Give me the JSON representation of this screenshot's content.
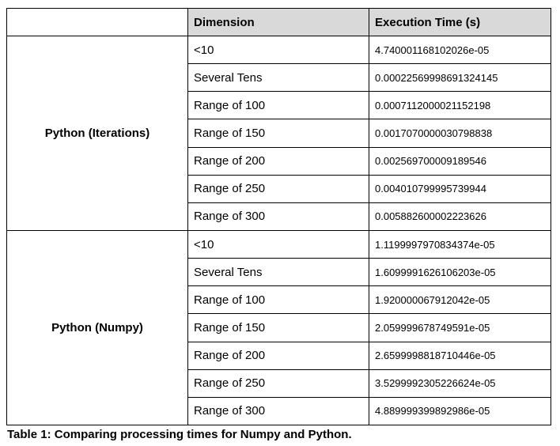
{
  "table": {
    "columns": [
      "",
      "Dimension",
      "Execution Time (s)"
    ],
    "groups": [
      {
        "label": "Python (Iterations)",
        "rows": [
          {
            "dimension": "<10",
            "time": "4.740001168102026e-05"
          },
          {
            "dimension": "Several Tens",
            "time": "0.00022569998691324145"
          },
          {
            "dimension": "Range of 100",
            "time": "0.0007112000021152198"
          },
          {
            "dimension": "Range of 150",
            "time": "0.0017070000030798838"
          },
          {
            "dimension": "Range of 200",
            "time": "0.002569700009189546"
          },
          {
            "dimension": "Range of 250",
            "time": "0.004010799995739944"
          },
          {
            "dimension": "Range of 300",
            "time": "0.005882600002223626"
          }
        ]
      },
      {
        "label": "Python (Numpy)",
        "rows": [
          {
            "dimension": "<10",
            "time": "1.1199997970834374e-05"
          },
          {
            "dimension": "Several Tens",
            "time": "1.6099991626106203e-05"
          },
          {
            "dimension": "Range of 100",
            "time": "1.920000067912042e-05"
          },
          {
            "dimension": "Range of 150",
            "time": "2.059999678749591e-05"
          },
          {
            "dimension": "Range of 200",
            "time": "2.6599998818710446e-05"
          },
          {
            "dimension": "Range of 250",
            "time": "3.5299992305226624e-05"
          },
          {
            "dimension": "Range of 300",
            "time": "4.889999399892986e-05"
          }
        ]
      }
    ]
  },
  "caption": "Table 1: Comparing processing times for Numpy and Python."
}
